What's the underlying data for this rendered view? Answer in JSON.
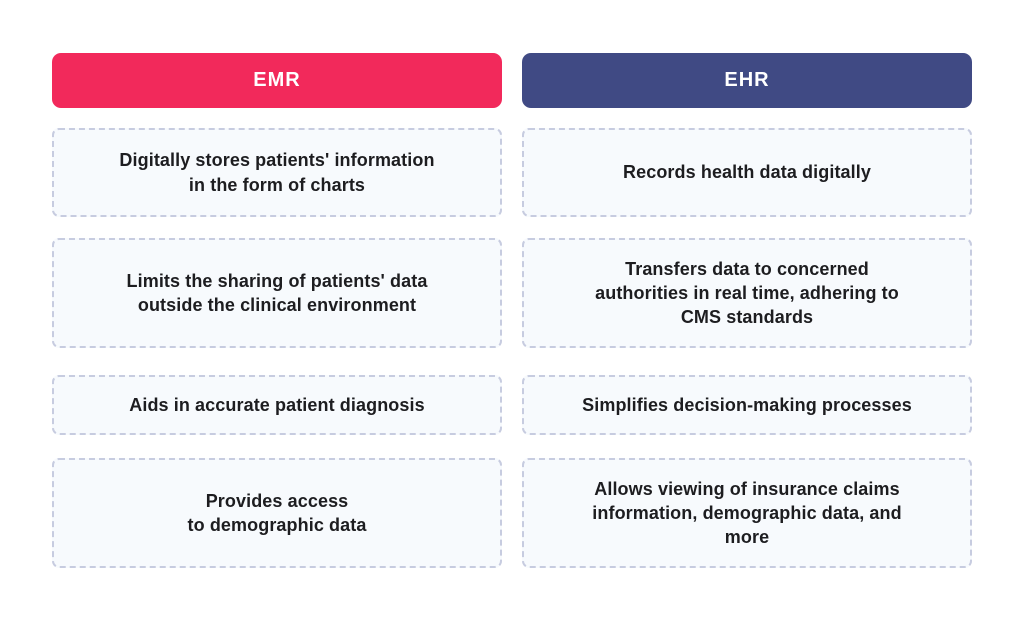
{
  "colors": {
    "emr_header_bg": "#f2295b",
    "ehr_header_bg": "#404a84",
    "header_text": "#ffffff",
    "cell_border": "#c7cce0",
    "cell_bg": "#f7fafd",
    "cell_text": "#1d1d20",
    "page_bg": "#ffffff"
  },
  "chart_data": {
    "type": "table",
    "title": "",
    "columns": [
      "EMR",
      "EHR"
    ],
    "rows": [
      [
        "Digitally stores patients' information in the form of charts",
        "Records health data digitally"
      ],
      [
        "Limits the sharing of patients' data outside the clinical environment",
        "Transfers data to concerned authorities in real time, adhering to CMS standards"
      ],
      [
        "Aids in accurate patient diagnosis",
        "Simplifies decision-making processes"
      ],
      [
        "Provides access to demographic data",
        "Allows viewing of insurance claims information, demographic data, and more"
      ]
    ]
  },
  "emr": {
    "header": "EMR",
    "cells": [
      {
        "text": "Digitally stores patients' information\nin the form of charts"
      },
      {
        "text": "Limits the sharing of patients' data\noutside the clinical environment"
      },
      {
        "text": "Aids in accurate patient diagnosis"
      },
      {
        "text": "Provides access\nto demographic data"
      }
    ]
  },
  "ehr": {
    "header": "EHR",
    "cells": [
      {
        "text": "Records health data digitally"
      },
      {
        "text": "Transfers data to concerned\nauthorities in real time, adhering to\nCMS standards"
      },
      {
        "text": "Simplifies decision-making processes"
      },
      {
        "text": "Allows viewing of insurance claims\ninformation, demographic data, and\nmore"
      }
    ]
  }
}
